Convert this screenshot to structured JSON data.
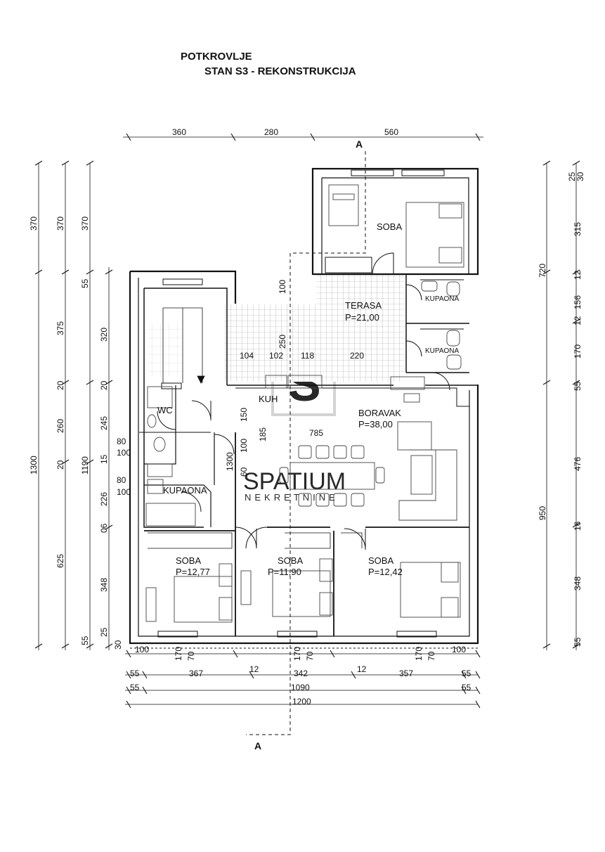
{
  "title": {
    "line1": "POTKROVLJE",
    "line2": "STAN S3 - REKONSTRUKCIJA"
  },
  "section_marks": {
    "top": "A",
    "bottom": "A"
  },
  "rooms": {
    "soba_top": {
      "name": "SOBA"
    },
    "kupaona_1": {
      "name": "KUPAONA"
    },
    "kupaona_2": {
      "name": "KUPAONA"
    },
    "terasa": {
      "name": "TERASA",
      "area": "P=21,00"
    },
    "boravak": {
      "name": "BORAVAK",
      "area": "P=38,00"
    },
    "kuh": {
      "name": "KUH"
    },
    "wc": {
      "name": "WC"
    },
    "kupaona_left": {
      "name": "KUPAONA"
    },
    "soba_1": {
      "name": "SOBA",
      "area": "P=12,77"
    },
    "soba_2": {
      "name": "SOBA",
      "area": "P=11,90"
    },
    "soba_3": {
      "name": "SOBA",
      "area": "P=12,42"
    }
  },
  "watermark": {
    "main": "SPATIUM",
    "sub": "NEKRETNINE"
  },
  "dims": {
    "top": [
      "360",
      "280",
      "560"
    ],
    "left_outer": [
      "370",
      "1300"
    ],
    "left_mid": [
      "370",
      "375",
      "20",
      "260",
      "20",
      "625"
    ],
    "left_inner": [
      "370",
      "55",
      "320",
      "20",
      "245",
      "15",
      "226",
      "06",
      "348",
      "25",
      "55",
      "30",
      "1190"
    ],
    "right": [
      "25",
      "30",
      "315",
      "720",
      "12",
      "156",
      "12",
      "170",
      "55",
      "476",
      "950",
      "16",
      "348",
      "55"
    ],
    "bottom_row1": [
      "100",
      "170",
      "70",
      "170",
      "70",
      "170",
      "70",
      "100"
    ],
    "bottom_row2": [
      "55",
      "367",
      "12",
      "342",
      "12",
      "357",
      "55"
    ],
    "bottom_row3": [
      "55",
      "1090",
      "55"
    ],
    "bottom_total": "1200",
    "interior": [
      "100",
      "250",
      "104",
      "102",
      "118",
      "220",
      "785",
      "150",
      "185",
      "100",
      "60",
      "1300",
      "80",
      "100",
      "80",
      "100"
    ]
  }
}
